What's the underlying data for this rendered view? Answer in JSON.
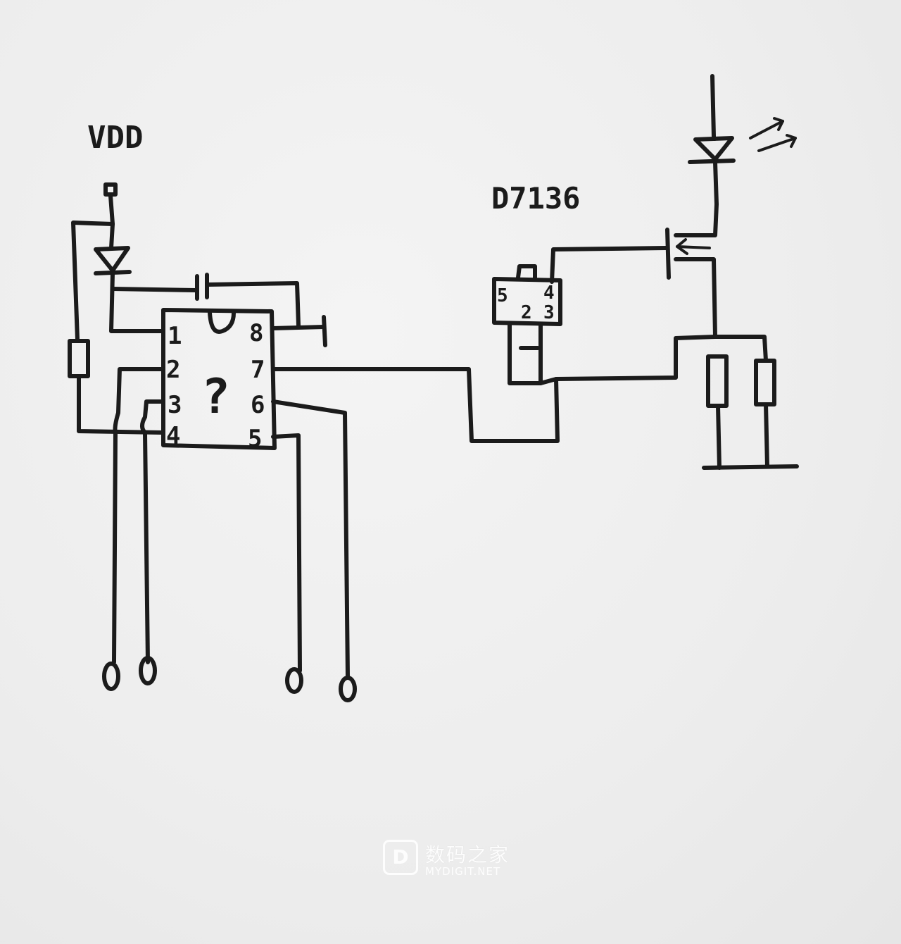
{
  "labels": {
    "vdd": "VDD",
    "transistor_part": "D7136",
    "chip_marking": "?"
  },
  "chip_pins": {
    "p1": "1",
    "p2": "2",
    "p3": "3",
    "p4": "4",
    "p5": "5",
    "p6": "6",
    "p7": "7",
    "p8": "8"
  },
  "package_pins": {
    "p5": "5",
    "p4": "4",
    "p2": "2",
    "p3": "3"
  },
  "watermark": {
    "logo": "D",
    "title": "数码之家",
    "subtitle": "MYDIGIT.NET"
  },
  "colors": {
    "ink": "#1b1b1b",
    "paper": "#ededed"
  }
}
